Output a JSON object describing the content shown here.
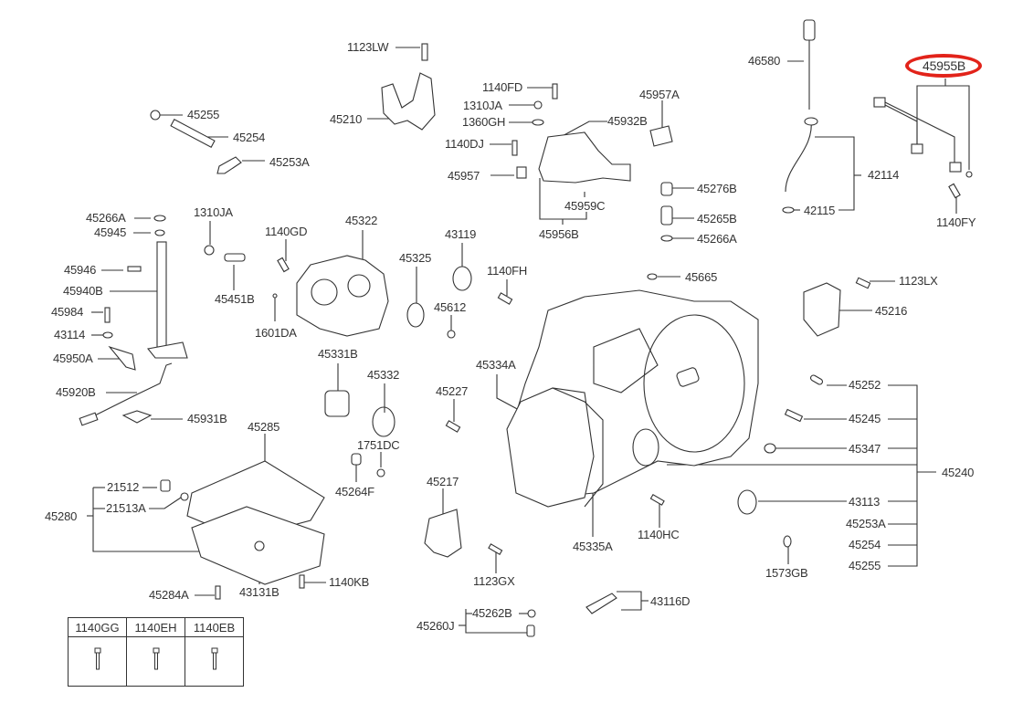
{
  "diagram": {
    "title": "Automatic Transaxle Case Exploded View",
    "highlight_color": "#e2231a",
    "highlighted_part": "45955B",
    "labels": {
      "p1123LW": "1123LW",
      "p45255_top": "45255",
      "p45254_top": "45254",
      "p45253A_top": "45253A",
      "p45210": "45210",
      "p1140FD": "1140FD",
      "p1310JA_top": "1310JA",
      "p1360GH": "1360GH",
      "p1140DJ": "1140DJ",
      "p45957": "45957",
      "p45957A": "45957A",
      "p45932B": "45932B",
      "p45959C": "45959C",
      "p45956B": "45956B",
      "p46580": "46580",
      "p45955B": "45955B",
      "p42114": "42114",
      "p42115": "42115",
      "p1140FY": "1140FY",
      "p45276B": "45276B",
      "p45265B": "45265B",
      "p45266A_right": "45266A",
      "p45665": "45665",
      "p45266A_left": "45266A",
      "p45945": "45945",
      "p45946": "45946",
      "p45940B": "45940B",
      "p45984": "45984",
      "p43114": "43114",
      "p45950A": "45950A",
      "p45920B": "45920B",
      "p45931B": "45931B",
      "p1310JA_left": "1310JA",
      "p45451B": "45451B",
      "p1140GD": "1140GD",
      "p1601DA": "1601DA",
      "p45322": "45322",
      "p45325": "45325",
      "p43119": "43119",
      "p45612": "45612",
      "p1140FH": "1140FH",
      "p45331B": "45331B",
      "p45332": "45332",
      "p45334A": "45334A",
      "p45227": "45227",
      "p1751DC": "1751DC",
      "p45264F": "45264F",
      "p45285": "45285",
      "p21512": "21512",
      "p21513A": "21513A",
      "p45280": "45280",
      "p45284A": "45284A",
      "p43131B": "43131B",
      "p1140KB": "1140KB",
      "p45217": "45217",
      "p1123GX": "1123GX",
      "p45335A": "45335A",
      "p1140HC": "1140HC",
      "p45262B": "45262B",
      "p45260J": "45260J",
      "p43116D": "43116D",
      "p1123LX": "1123LX",
      "p45216": "45216",
      "p45252": "45252",
      "p45245": "45245",
      "p45347": "45347",
      "p45240": "45240",
      "p43113": "43113",
      "p45253A_right": "45253A",
      "p45254_right": "45254",
      "p45255_right": "45255",
      "p1573GB": "1573GB"
    },
    "fastener_table": {
      "headers": [
        "1140GG",
        "1140EH",
        "1140EB"
      ]
    }
  }
}
